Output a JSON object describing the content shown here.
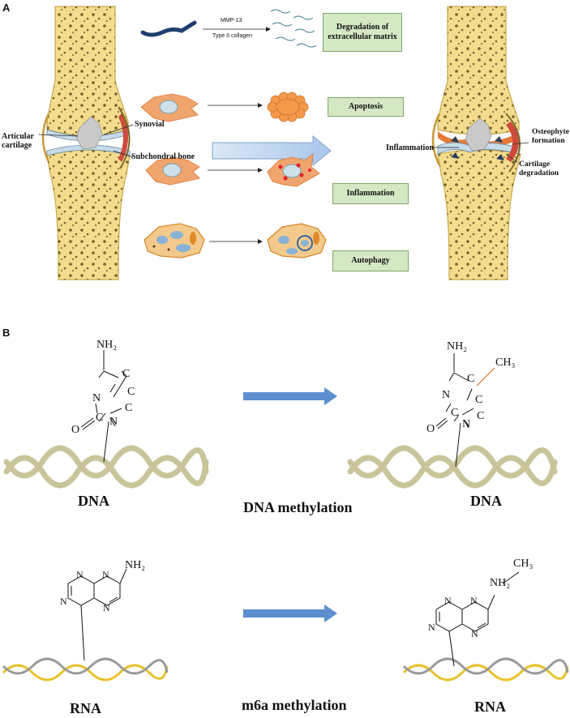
{
  "panel_a": {
    "letter": "A",
    "knee_labels": {
      "articular_cartilage": "Articular\ncartilage",
      "synovial": "Synovial",
      "subchondral_bone": "Subchondral bone"
    },
    "oa_knee_labels": {
      "inflammation": "Inflammation",
      "osteophyte": "Osteophyte\nformation",
      "cartilage_degradation": "Cartilage\ndegradation"
    },
    "collagen_labels": {
      "mmp13": "MMP-13",
      "type2": "Type II collagen"
    },
    "boxes": [
      "Degradation of extracellular matrix",
      "Apoptosis",
      "Inflammation",
      "Autophagy"
    ]
  },
  "panel_b": {
    "letter": "B",
    "dna": {
      "left_caption": "DNA",
      "middle_caption": "DNA methylation",
      "right_caption": "DNA",
      "nh2": "NH₂",
      "ch3": "CH₃"
    },
    "rna": {
      "left_caption": "RNA",
      "middle_caption": "m6a methylation",
      "right_caption": "RNA",
      "nh2": "NH₂",
      "ch3": "CH₃"
    }
  },
  "colors": {
    "bone": "#f3dc8e",
    "bone_spots": "#6b5220",
    "cell": "#f0a56e",
    "box_fill": "#d4e8c4",
    "arrow_blue": "#5b8fd0",
    "helix": "#c9c49a",
    "rna_yellow": "#e8c22a"
  }
}
